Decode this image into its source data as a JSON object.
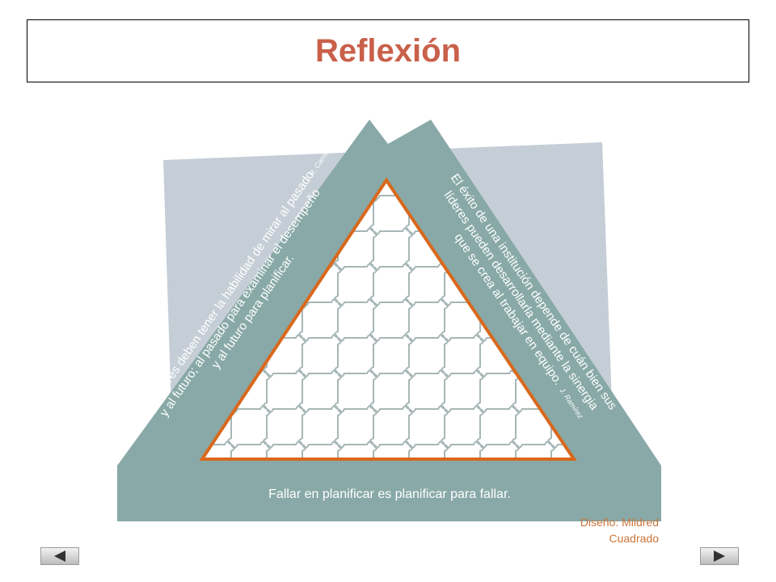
{
  "slide": {
    "title": "Reflexión",
    "left_quote_line1": "Los líderes deben tener la habilidad de mirar al pasado",
    "left_quote_line2": "y al futuro; al pasado para examinar el desempeño",
    "left_quote_line3": "y al futuro para planificar.",
    "left_author": "R. Carrión",
    "right_quote_line1": "El éxito de una institución depende de cuán bien sus",
    "right_quote_line2": "líderes pueden desarrollarla mediante la sinergia",
    "right_quote_line3": "que se crea al trabajar en equipo.",
    "right_author": "J. Ramírez",
    "bottom_quote": "Fallar en planificar es planificar para fallar.",
    "designer_line1": "Diseño:  Mildred",
    "designer_line2": "Cuadrado"
  },
  "nav": {
    "prev_icon": "triangle-left-icon",
    "next_icon": "triangle-right-icon"
  },
  "colors": {
    "title": "#c9604a",
    "teal_frame": "#88a9a7",
    "gray_backdrop": "#c5ced6",
    "orange_outline": "#d9681c",
    "puzzle_lines": "#a7b6b6",
    "designer_text": "#c8753a"
  }
}
